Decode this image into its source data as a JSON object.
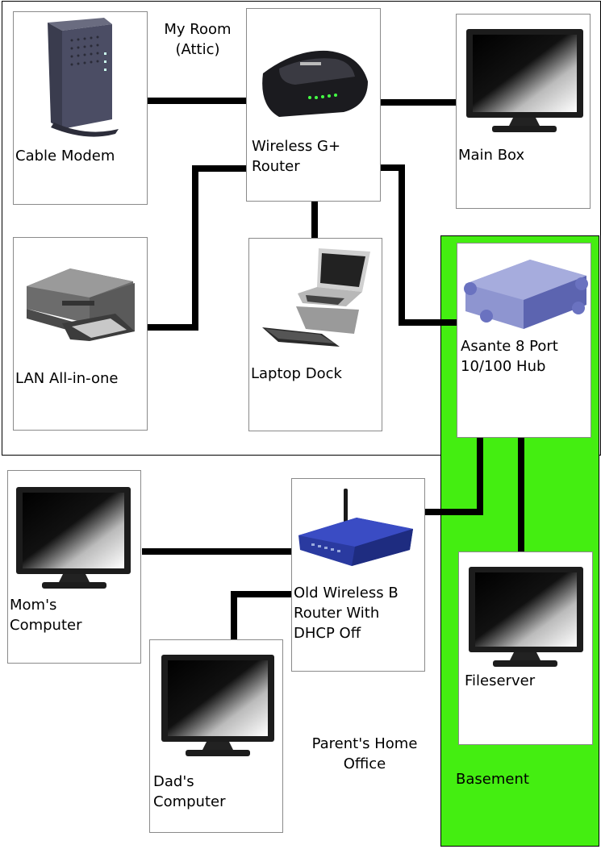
{
  "rooms": {
    "my_room": "My Room\n(Attic)",
    "parents_office": "Parent's Home\nOffice",
    "basement": "Basement"
  },
  "devices": {
    "cable_modem": "Cable Modem",
    "router": "Wireless G+\nRouter",
    "main_box": "Main Box",
    "lan_printer": "LAN All-in-one",
    "laptop_dock": "Laptop Dock",
    "hub": "Asante 8 Port\n10/100 Hub",
    "moms_computer": "Mom's\nComputer",
    "old_router": "Old Wireless B\nRouter With\nDHCP Off",
    "dads_computer": "Dad's\nComputer",
    "fileserver": "Fileserver"
  },
  "colors": {
    "basement_fill": "#44ee11",
    "wire": "#000000"
  }
}
